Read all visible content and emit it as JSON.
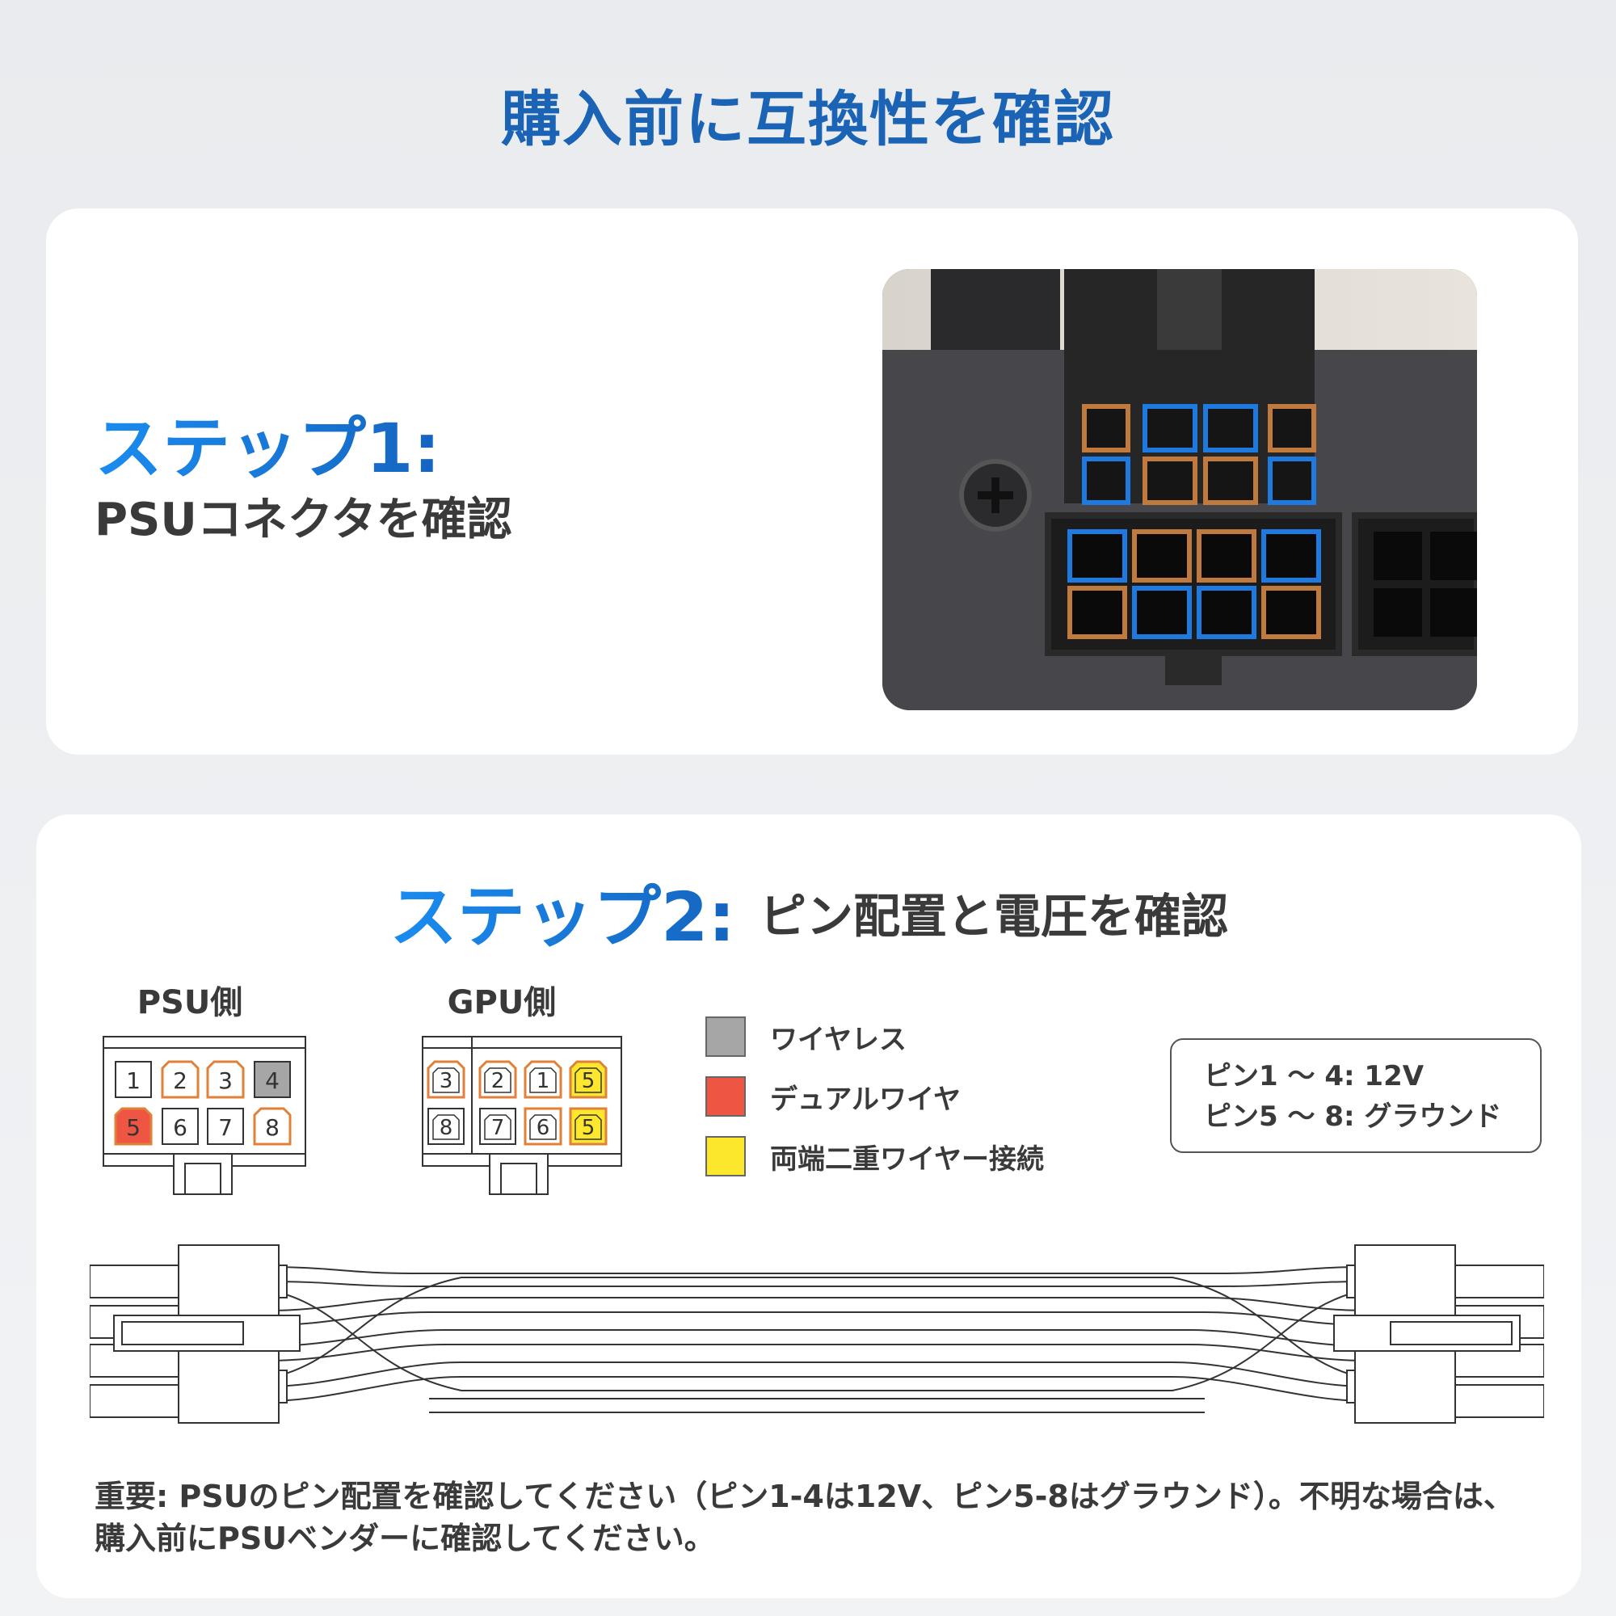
{
  "main_title": "購入前に互換性を確認",
  "step1": {
    "label": "ステップ1:",
    "subtitle": "PSUコネクタを確認"
  },
  "step2": {
    "label": "ステップ2:",
    "subtitle": "ピン配置と電圧を確認",
    "psu_side_label": "PSU側",
    "gpu_side_label": "GPU側",
    "psu_pins_top": [
      "1",
      "2",
      "3",
      "4"
    ],
    "psu_pins_bottom": [
      "5",
      "6",
      "7",
      "8"
    ],
    "gpu_pins_top": [
      "3",
      "2",
      "1",
      "5"
    ],
    "gpu_pins_bottom": [
      "8",
      "7",
      "6",
      "5"
    ],
    "legend": [
      {
        "color": "#a6a6a6",
        "text": "ワイヤレス"
      },
      {
        "color": "#ef5543",
        "text": "デュアルワイヤ"
      },
      {
        "color": "#fde72c",
        "text": "両端二重ワイヤー接続"
      }
    ],
    "voltage_lines": [
      "ピン1 ～ 4:  12V",
      "ピン5 ～ 8: グラウンド"
    ],
    "note_line1": "重要: PSUのピン配置を確認してください（ピン1-4は12V、ピン5-8はグラウンド）。不明な場合は、",
    "note_line2": "購入前にPSUベンダーに確認してください。"
  },
  "colors": {
    "title_blue": "#1a63b5",
    "orange_outline": "#e0813a",
    "blue_outline": "#1f7ae0",
    "gray_fill": "#a6a6a6",
    "red_fill": "#ef5543",
    "yellow_fill": "#fde72c"
  }
}
